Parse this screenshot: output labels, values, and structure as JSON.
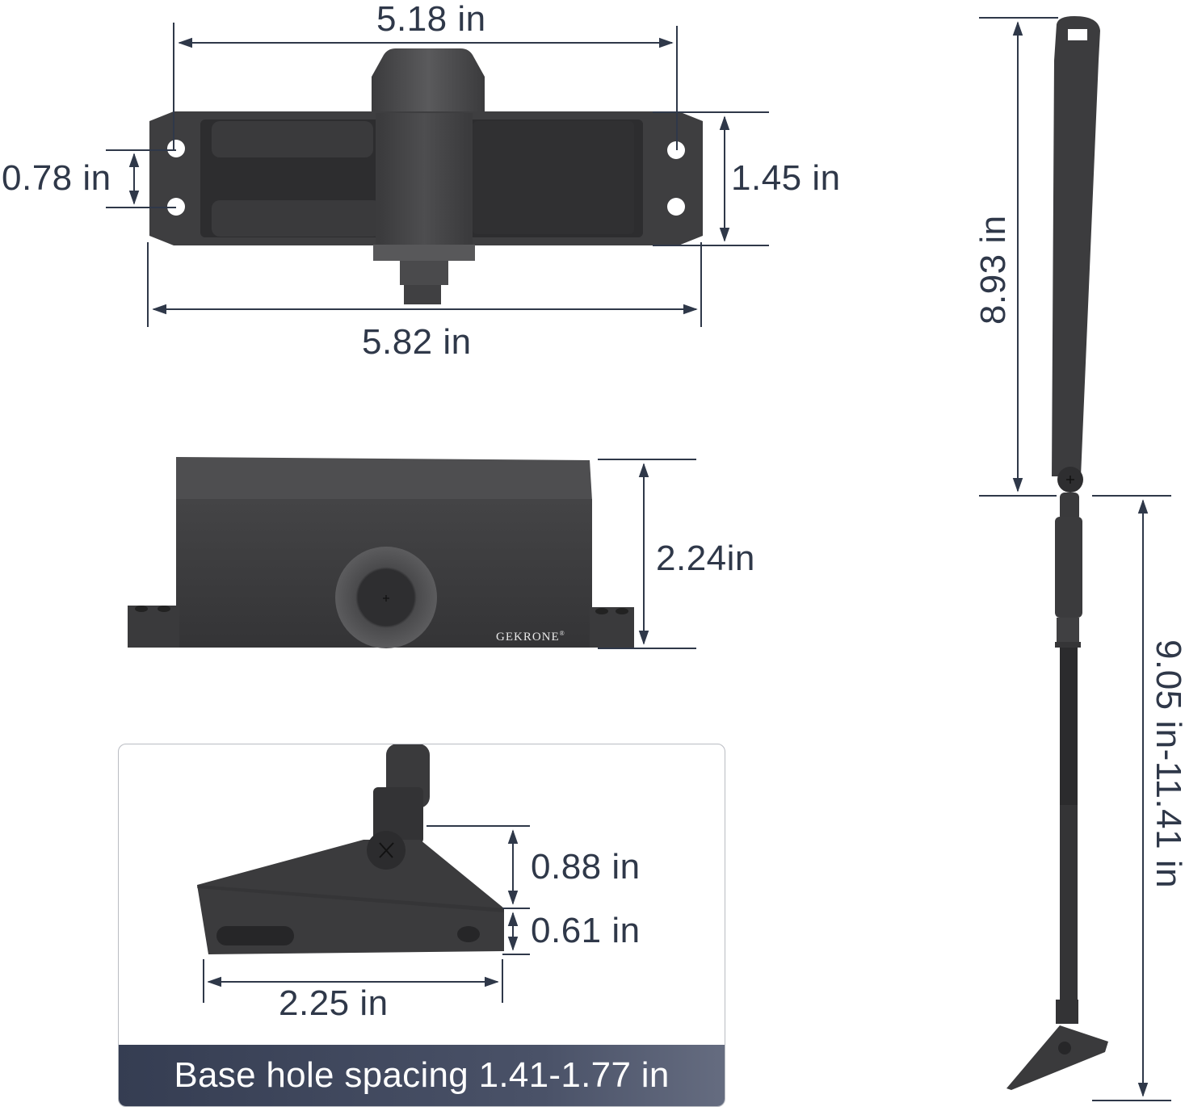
{
  "product": {
    "brand_label": "GEKRONE",
    "brand_mark": "®"
  },
  "top_view": {
    "hole_pitch_width": "5.18 in",
    "overall_width": "5.82 in",
    "hole_vertical_spacing": "0.78 in",
    "body_height": "1.45 in"
  },
  "front_view": {
    "height": "2.24in"
  },
  "bracket_detail": {
    "pivot_height": "0.88 in",
    "base_height": "0.61 in",
    "base_width": "2.25 in",
    "banner_text": "Base hole spacing 1.41-1.77 in"
  },
  "arm_view": {
    "main_arm_length": "8.93 in",
    "adjustable_arm_range": "9.05 in-11.41 in"
  },
  "colors": {
    "dimension_line": "#2f3849",
    "product_body": "#3c3c3e",
    "banner_bg": "#3f475c",
    "banner_text": "#ffffff",
    "panel_border": "#b9bcc2"
  }
}
